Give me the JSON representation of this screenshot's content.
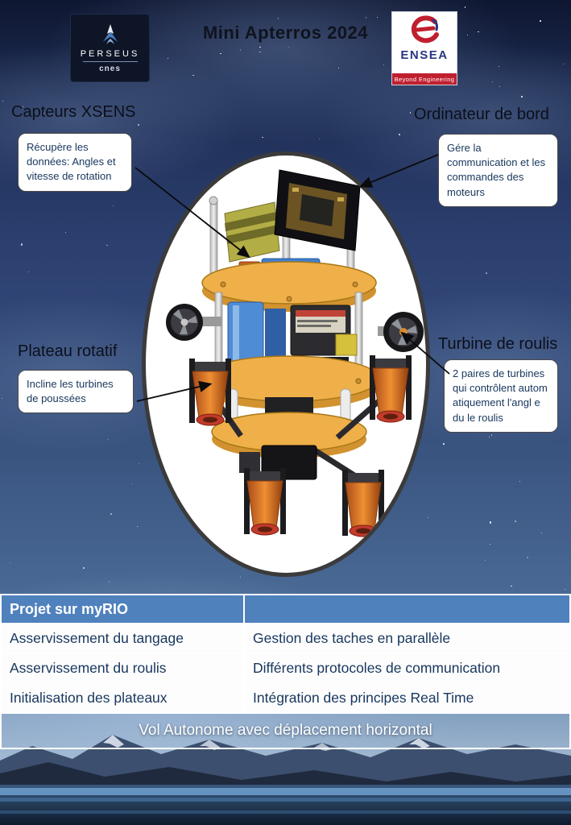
{
  "header": {
    "title": "Mini Apterros 2024",
    "perseus": {
      "name": "PERSEUS",
      "org": "cnes"
    },
    "ensea": {
      "name": "ENSEA",
      "tagline": "Beyond Engineering"
    }
  },
  "callouts": {
    "xsens": {
      "label": "Capteurs XSENS",
      "body": "Récupère les données: Angles et vitesse de rotation"
    },
    "computer": {
      "label": "Ordinateur de bord",
      "body": "Gére la communication et les commandes des moteurs"
    },
    "plateau": {
      "label": "Plateau rotatif",
      "body": "Incline les turbines de poussées"
    },
    "turbine": {
      "label": "Turbine de roulis",
      "body": "2 paires de turbines qui contrôlent autom atiquement l'angl e du le roulis"
    }
  },
  "table": {
    "header": "Projet sur myRIO",
    "rows": [
      {
        "left": "Asservissement du tangage",
        "right": "Gestion des taches en parallèle"
      },
      {
        "left": "Asservissement du roulis",
        "right": "Différents protocoles de communication"
      },
      {
        "left": "Initialisation des plateaux",
        "right": "Intégration des principes Real Time"
      }
    ],
    "footer": "Vol Autonome avec déplacement horizontal"
  },
  "colors": {
    "table_header_blue": "#4f81bd",
    "table_text_navy": "#17365d",
    "ensea_red": "#c01f2e",
    "ensea_blue": "#283583",
    "deck_orange": "#efb04a"
  }
}
